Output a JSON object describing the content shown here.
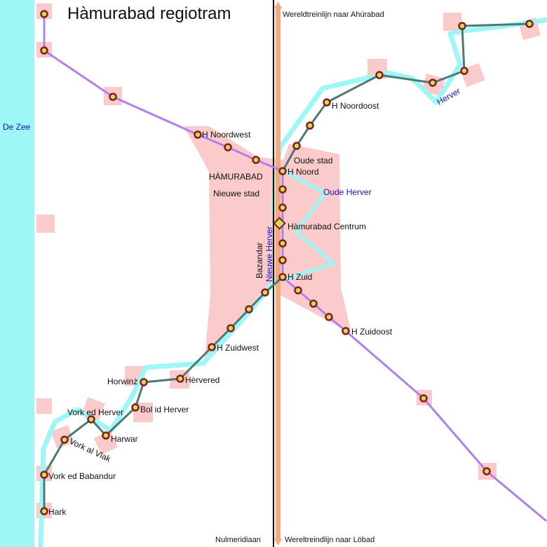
{
  "title": "Hàmurabad regiotram",
  "colors": {
    "sea": "#9ff6f6",
    "river": "#9ff6f6",
    "urban": "#fbcaca",
    "tram_purple": "#b07ff0",
    "tram_teal": "#4d7a73",
    "meridian": "#000000",
    "rail": "#f4a97b",
    "station_fill": "#c8e060",
    "station_ring": "#8b1a1a",
    "water_label": "#1010c8"
  },
  "water": {
    "sea_label": "De Zee",
    "rivers": [
      "Herver",
      "Oude Herver",
      "Nieuwe Herver"
    ]
  },
  "areas": {
    "city": "HÀMURABAD",
    "districts": [
      "Nieuwe stad",
      "Oude stad",
      "Bazandar"
    ]
  },
  "meridian_label": "Nulmeridiaan",
  "rail": {
    "north_label": "Wereldtreinlijn naar Ahúrabad",
    "south_label": "Wereltreindlijn naar Löbad"
  },
  "stations": [
    "H Noordwest",
    "H Noord",
    "Hàmurabad Centrum",
    "H Zuid",
    "H Noordoost",
    "H Zuidoost",
    "H Zuidwest",
    "Hèrvered",
    "Horwinż",
    "Bol id Herver",
    "Vork ed Herver",
    "Harwar",
    "Vork al Vlak",
    "Vork ed Babandur",
    "Hark"
  ]
}
